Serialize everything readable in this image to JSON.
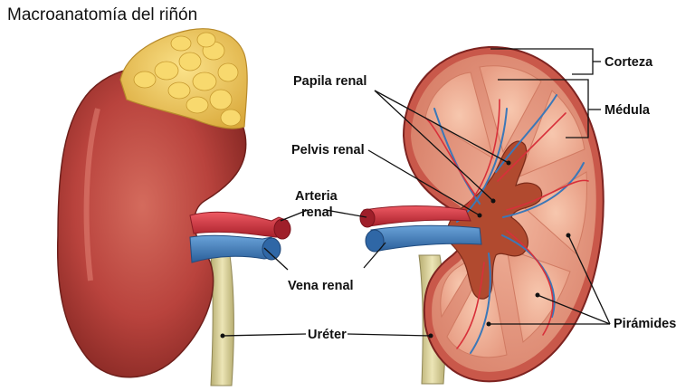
{
  "title": "Macroanatomía del riñón",
  "labels": {
    "papila": "Papila renal",
    "pelvis": "Pelvis renal",
    "arteria_line1": "Arteria",
    "arteria_line2": "renal",
    "vena": "Vena renal",
    "ureter": "Uréter",
    "corteza": "Corteza",
    "medula": "Médula",
    "piramides": "Pirámides"
  },
  "colors": {
    "kidney": "#b9433d",
    "kidney_dark": "#7f2420",
    "adrenal": "#f2c655",
    "artery": "#d8303a",
    "vein": "#3b78b8",
    "ureter": "#d8d09a",
    "cortex": "#e59d84",
    "pyramid": "#f3b59c",
    "pelvis": "#b14a2f"
  }
}
